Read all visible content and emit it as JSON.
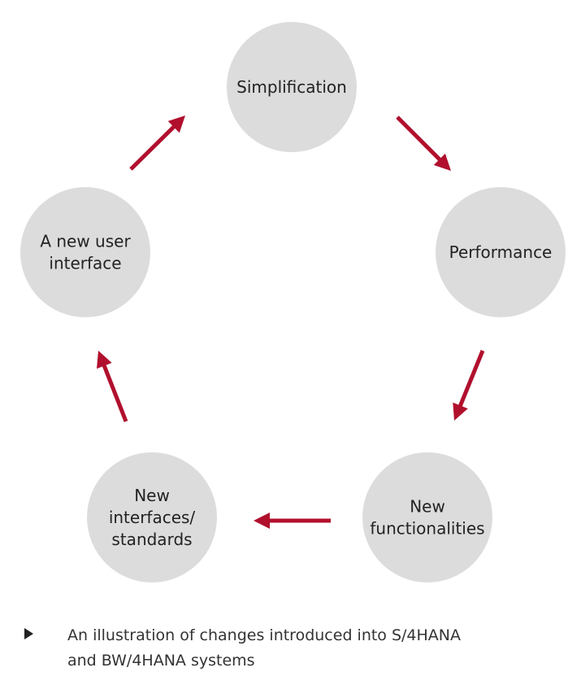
{
  "diagram": {
    "nodes": [
      {
        "id": "simplification",
        "lines": [
          "Simplification"
        ]
      },
      {
        "id": "performance",
        "lines": [
          "Performance"
        ]
      },
      {
        "id": "new-functionalities",
        "lines": [
          "New",
          "functionalities"
        ]
      },
      {
        "id": "new-interfaces-standards",
        "lines": [
          "New",
          "interfaces/",
          "standards"
        ]
      },
      {
        "id": "new-user-interface",
        "lines": [
          "A new user",
          "interface"
        ]
      }
    ],
    "colors": {
      "circle": "#dcdcdd",
      "arrow": "#b1102d",
      "text": "#222222"
    }
  },
  "caption": {
    "line1": "An illustration of changes introduced into S/4HANA",
    "line2": "and BW/4HANA systems"
  }
}
